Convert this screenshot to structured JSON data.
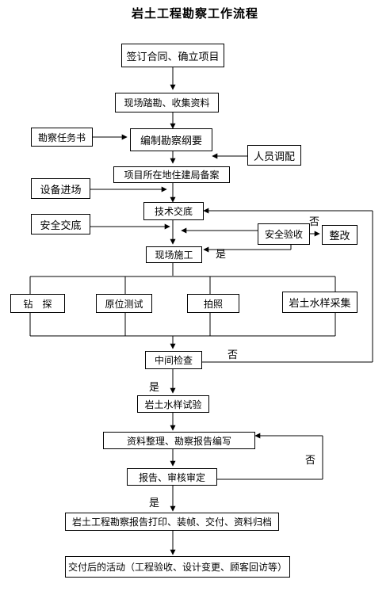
{
  "title": "岩土工程勘察工作流程",
  "nodes": {
    "sign_contract": "签订合同、确立项目",
    "site_survey": "现场踏勘、收集资料",
    "task_book": "勘察任务书",
    "outline": "编制勘察纲要",
    "staffing": "人员调配",
    "filing": "项目所在地住建局备案",
    "equipment": "设备进场",
    "tech_brief": "技术交底",
    "safety_brief": "安全交底",
    "safety_check": "安全验收",
    "rectify": "整改",
    "construction": "现场施工",
    "drilling": "钻　探",
    "insitu_test": "原位测试",
    "photo": "拍照",
    "sampling": "岩土水样采集",
    "mid_check": "中间检查",
    "lab_test": "岩土水样试验",
    "data_report": "资料整理、勘察报告编写",
    "review": "报告、审核审定",
    "delivery": "岩土工程勘察报告打印、装帧、交付、资料归档",
    "after_delivery": "交付后的活动（工程验收、设计变更、顾客回访等）"
  },
  "labels": {
    "yes": "是",
    "no": "否"
  }
}
